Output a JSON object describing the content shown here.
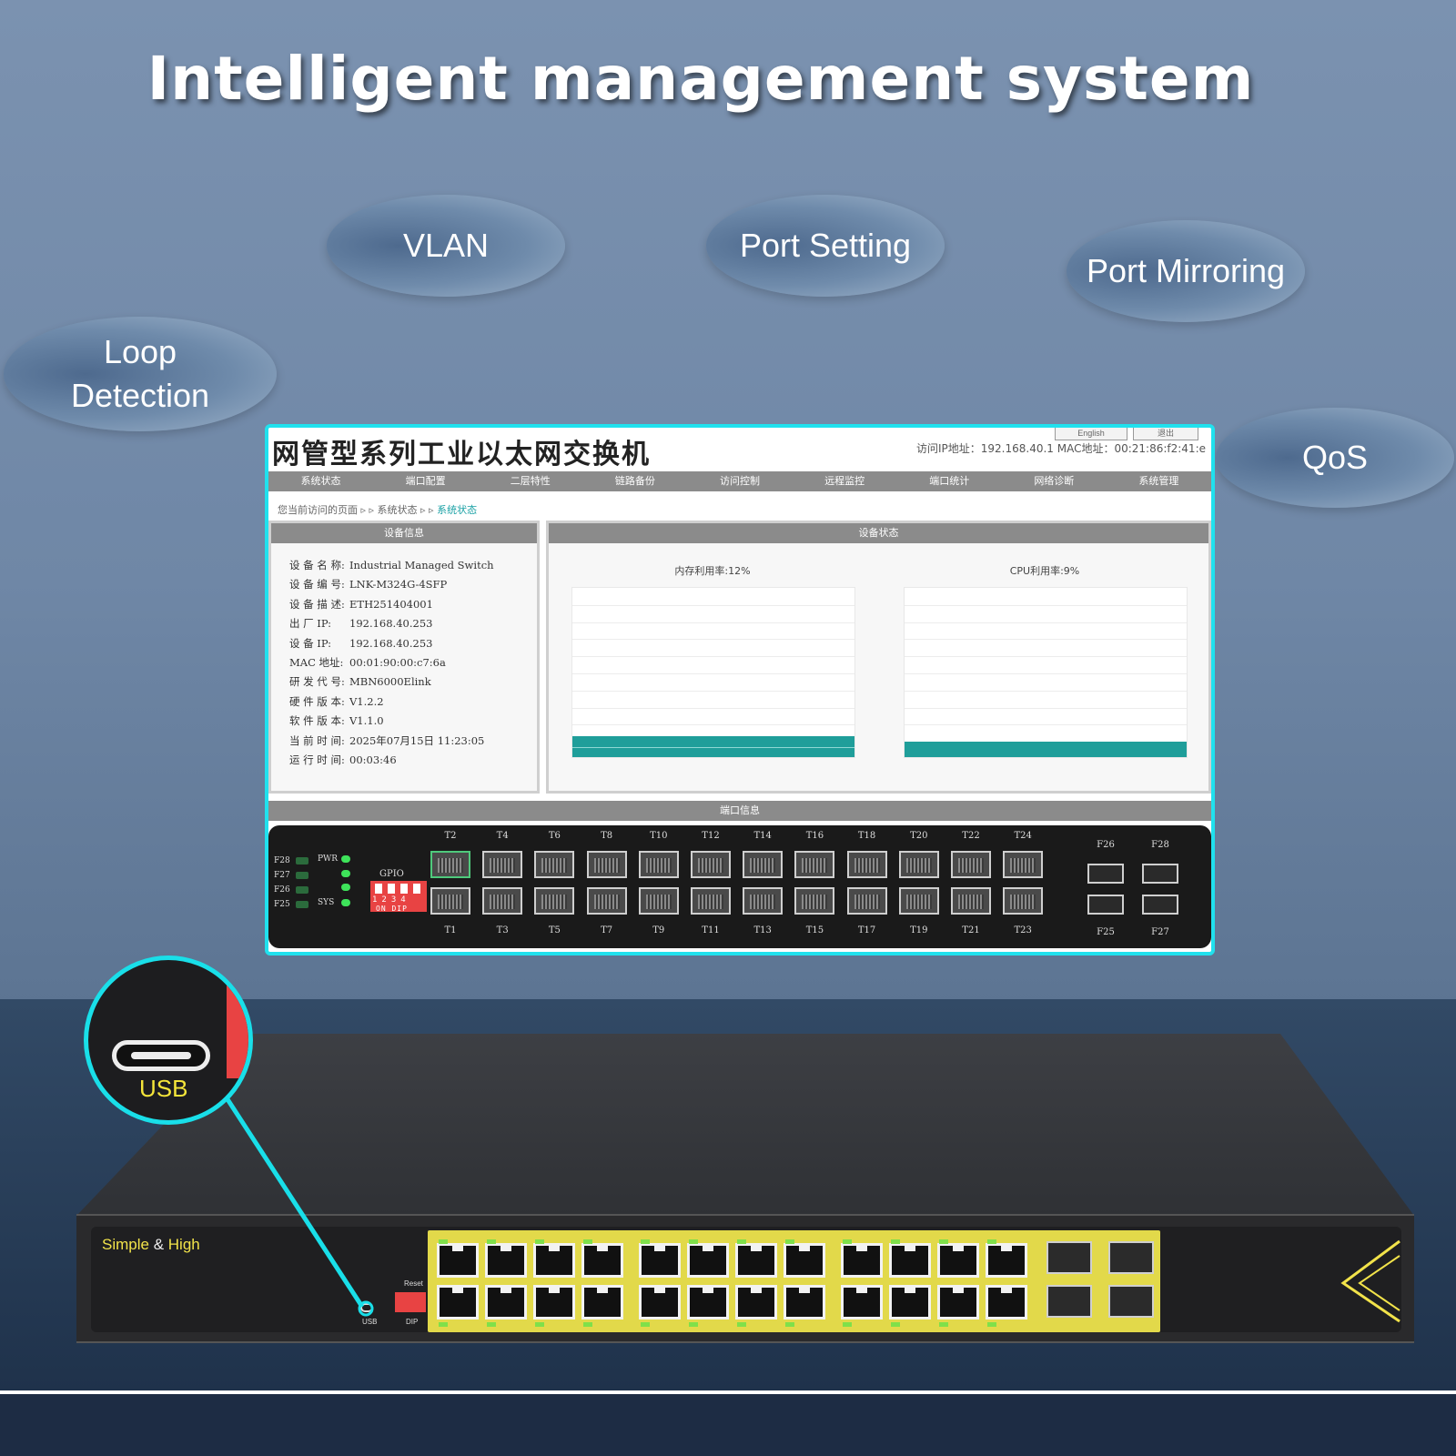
{
  "headline": "Intelligent management system",
  "features": {
    "vlan": "VLAN",
    "port_setting": "Port Setting",
    "port_mirroring": "Port Mirroring",
    "loop_detection_line1": "Loop",
    "loop_detection_line2": "Detection",
    "qos": "QoS"
  },
  "ui": {
    "title": "网管型系列工业以太网交换机",
    "btn_english": "English",
    "btn_exit": "退出",
    "access_info": "访问IP地址：192.168.40.1   MAC地址：00:21:86:f2:41:e",
    "nav": [
      "系统状态",
      "端口配置",
      "二层特性",
      "链路备份",
      "访问控制",
      "远程监控",
      "端口统计",
      "网络诊断",
      "系统管理"
    ],
    "breadcrumb_prefix": "您当前访问的页面 ▹ ▹ 系统状态 ▹ ▹ ",
    "breadcrumb_current": "系统状态",
    "device_info_title": "设备信息",
    "device_status_title": "设备状态",
    "device_info": [
      {
        "k": "设 备 名 称:",
        "v": "Industrial Managed Switch"
      },
      {
        "k": "设 备 编 号:",
        "v": "LNK-M324G-4SFP"
      },
      {
        "k": "设 备 描 述:",
        "v": "ETH251404001"
      },
      {
        "k": "出 厂   IP:",
        "v": "192.168.40.253"
      },
      {
        "k": "设 备   IP:",
        "v": "192.168.40.253"
      },
      {
        "k": "MAC  地址:",
        "v": "00:01:90:00:c7:6a"
      },
      {
        "k": "研 发 代 号:",
        "v": "MBN6000Elink"
      },
      {
        "k": "硬 件 版 本:",
        "v": "V1.2.2"
      },
      {
        "k": "软 件 版 本:",
        "v": "V1.1.0"
      },
      {
        "k": "当 前 时 间:",
        "v": "2025年07月15日 11:23:05"
      },
      {
        "k": "运 行 时 间:",
        "v": "00:03:46"
      }
    ],
    "memory_label": "内存利用率:12%",
    "memory_percent": 12,
    "cpu_label": "CPU利用率:9%",
    "cpu_percent": 9,
    "port_info_title": "端口信息",
    "ports_top": [
      "T2",
      "T4",
      "T6",
      "T8",
      "T10",
      "T12",
      "T14",
      "T16",
      "T18",
      "T20",
      "T22",
      "T24"
    ],
    "ports_bottom": [
      "T1",
      "T3",
      "T5",
      "T7",
      "T9",
      "T11",
      "T13",
      "T15",
      "T17",
      "T19",
      "T21",
      "T23"
    ],
    "sfp_top": [
      "F26",
      "F28"
    ],
    "sfp_bottom": [
      "F25",
      "F27"
    ],
    "led_labels": [
      "F28",
      "F27",
      "F26",
      "F25"
    ],
    "pwr": "PWR",
    "sys": "SYS",
    "gpio": "GPIO",
    "dip_numbers": "1234",
    "dip_text": "ON  DIP"
  },
  "hardware": {
    "brand_part1": "Simple",
    "brand_amp": " & ",
    "brand_part2": "High",
    "usb_label": "USB",
    "reset": "Reset",
    "dip": "DIP",
    "usb_small": "USB"
  },
  "colors": {
    "accent_cyan": "#20e1ee",
    "gauge_teal": "#1f9e9a",
    "usb_yellow": "#f5e53a",
    "port_yellow": "#e2d94a",
    "dip_red": "#e84343"
  }
}
